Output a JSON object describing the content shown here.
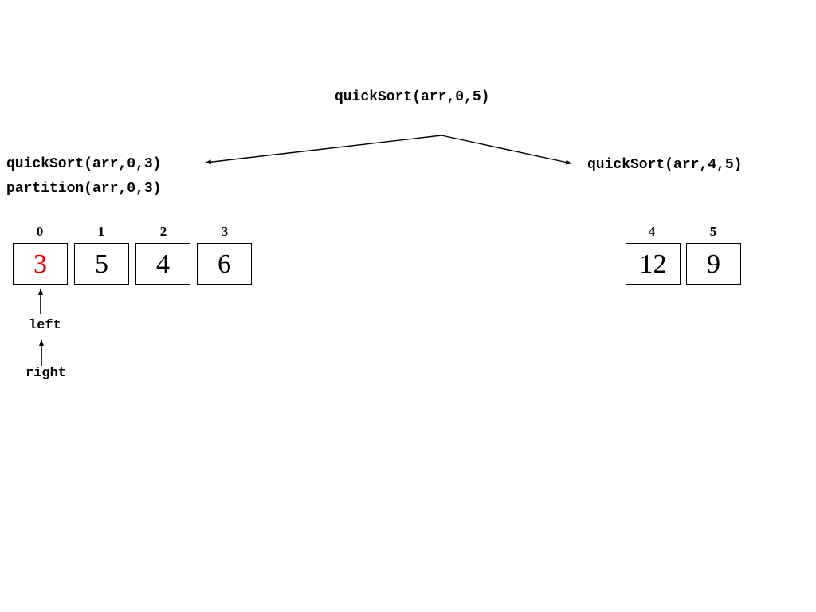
{
  "root_call": "quickSort(arr,0,5)",
  "left_branch": {
    "call": "quickSort(arr,0,3)",
    "sub_call": "partition(arr,0,3)",
    "indices": [
      "0",
      "1",
      "2",
      "3"
    ],
    "values": [
      "3",
      "5",
      "4",
      "6"
    ],
    "pivot_color": "#e00000"
  },
  "right_branch": {
    "call": "quickSort(arr,4,5)",
    "indices": [
      "4",
      "5"
    ],
    "values": [
      "12",
      "9"
    ]
  },
  "pointers": {
    "left_label": "left",
    "right_label": "right"
  }
}
